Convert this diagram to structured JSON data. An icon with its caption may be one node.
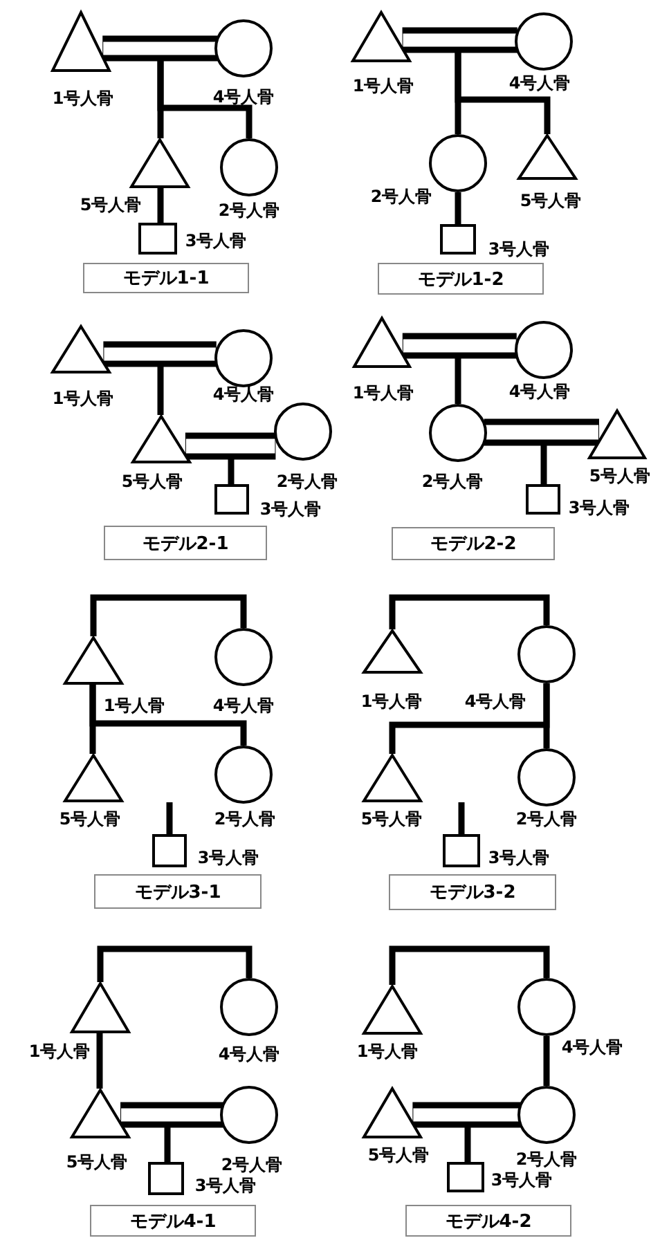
{
  "diagram": {
    "nodes": [
      {
        "text": [],
        "shape": "triangle",
        "beside": [
          "1号人骨"
        ]
      },
      {
        "text": [],
        "shape": "circle",
        "beside": [
          "4号人骨"
        ]
      },
      {
        "text": [],
        "shape": "triangle",
        "beside": [
          "5号人骨"
        ]
      },
      {
        "text": [],
        "shape": "circle",
        "beside": [
          "2号人骨"
        ]
      },
      {
        "text": [],
        "shape": "box",
        "beside": [
          "3号人骨"
        ]
      },
      {
        "text": [
          "モデル1-1"
        ]
      },
      {
        "text": [],
        "shape": "triangle",
        "beside": [
          "1号人骨"
        ]
      },
      {
        "text": [],
        "shape": "circle",
        "beside": [
          "4号人骨"
        ]
      },
      {
        "text": [],
        "shape": "triangle",
        "beside": [
          "5号人骨"
        ]
      },
      {
        "text": [],
        "shape": "circle",
        "beside": [
          "2号人骨"
        ]
      },
      {
        "text": [],
        "shape": "box",
        "beside": [
          "3号人骨"
        ]
      },
      {
        "text": [
          "モデル1-2"
        ]
      },
      {
        "text": [],
        "shape": "triangle",
        "beside": [
          "1号人骨"
        ]
      },
      {
        "text": [],
        "shape": "circle",
        "beside": [
          "4号人骨"
        ]
      },
      {
        "text": [],
        "shape": "triangle",
        "beside": [
          "5号人骨"
        ]
      },
      {
        "text": [],
        "shape": "circle",
        "beside": [
          "2号人骨"
        ]
      },
      {
        "text": [],
        "shape": "box",
        "beside": [
          "3号人骨"
        ]
      },
      {
        "text": [
          "モデル2-1"
        ]
      },
      {
        "text": [],
        "shape": "triangle",
        "beside": [
          "1号人骨"
        ]
      },
      {
        "text": [],
        "shape": "circle",
        "beside": [
          "4号人骨"
        ]
      },
      {
        "text": [],
        "shape": "triangle",
        "beside": [
          "5号人骨"
        ]
      },
      {
        "text": [],
        "shape": "circle",
        "beside": [
          "2号人骨"
        ]
      },
      {
        "text": [],
        "shape": "box",
        "beside": [
          "3号人骨"
        ]
      },
      {
        "text": [
          "モデル2-2"
        ]
      },
      {
        "text": [],
        "shape": "triangle",
        "beside": [
          "1号人骨"
        ]
      },
      {
        "text": [],
        "shape": "circle",
        "beside": [
          "4号人骨"
        ]
      },
      {
        "text": [],
        "shape": "triangle",
        "beside": [
          "5号人骨"
        ]
      },
      {
        "text": [],
        "shape": "circle",
        "beside": [
          "2号人骨"
        ]
      },
      {
        "text": [],
        "shape": "box",
        "beside": [
          "3号人骨"
        ]
      },
      {
        "text": [
          "モデル3-1"
        ]
      },
      {
        "text": [],
        "shape": "triangle",
        "beside": [
          "1号人骨"
        ]
      },
      {
        "text": [],
        "shape": "circle",
        "beside": [
          "4号人骨"
        ]
      },
      {
        "text": [],
        "shape": "triangle",
        "beside": [
          "5号人骨"
        ]
      },
      {
        "text": [],
        "shape": "circle",
        "beside": [
          "2号人骨"
        ]
      },
      {
        "text": [],
        "shape": "box",
        "beside": [
          "3号人骨"
        ]
      },
      {
        "text": [
          "モデル3-2"
        ]
      },
      {
        "text": [],
        "shape": "triangle",
        "beside": [
          "1号人骨"
        ]
      },
      {
        "text": [],
        "shape": "circle",
        "beside": [
          "4号人骨"
        ]
      },
      {
        "text": [],
        "shape": "triangle",
        "beside": [
          "5号人骨"
        ]
      },
      {
        "text": [],
        "shape": "circle",
        "beside": [
          "2号人骨"
        ]
      },
      {
        "text": [],
        "shape": "box",
        "beside": [
          "3号人骨"
        ]
      },
      {
        "text": [
          "モデル4-1"
        ]
      },
      {
        "text": [],
        "shape": "triangle",
        "beside": [
          "1号人骨"
        ]
      },
      {
        "text": [],
        "shape": "circle",
        "beside": [
          "4号人骨"
        ]
      },
      {
        "text": [],
        "shape": "triangle",
        "beside": [
          "5号人骨"
        ]
      },
      {
        "text": [],
        "shape": "circle",
        "beside": [
          "2号人骨"
        ]
      },
      {
        "text": [],
        "shape": "box",
        "beside": [
          "3号人骨"
        ]
      },
      {
        "text": [
          "モデル4-2"
        ]
      }
    ],
    "edges": [
      {
        "from": 0,
        "to": 1,
        "arrow": "none",
        "style": "thick"
      },
      {
        "from": null,
        "to": 2,
        "arrow": "none"
      },
      {
        "from": null,
        "to": 3,
        "arrow": "none"
      },
      {
        "from": 2,
        "to": 4,
        "arrow": "none"
      },
      {
        "from": 6,
        "to": 7,
        "arrow": "none",
        "style": "thick"
      },
      {
        "from": null,
        "to": 9,
        "arrow": "none"
      },
      {
        "from": null,
        "to": 8,
        "arrow": "none"
      },
      {
        "from": 9,
        "to": 10,
        "arrow": "none"
      },
      {
        "from": 12,
        "to": 13,
        "arrow": "none",
        "style": "thick"
      },
      {
        "from": null,
        "to": 14,
        "arrow": "none"
      },
      {
        "from": 14,
        "to": 15,
        "arrow": "none",
        "style": "thick"
      },
      {
        "from": null,
        "to": 16,
        "arrow": "none"
      },
      {
        "from": 18,
        "to": 19,
        "arrow": "none",
        "style": "thick"
      },
      {
        "from": null,
        "to": 21,
        "arrow": "none"
      },
      {
        "from": 21,
        "to": 20,
        "arrow": "none",
        "style": "thick"
      },
      {
        "from": null,
        "to": 22,
        "arrow": "none"
      },
      {
        "from": 24,
        "to": 25,
        "arrow": "none"
      },
      {
        "from": 24,
        "to": 26,
        "arrow": "none"
      },
      {
        "from": 24,
        "to": 27,
        "arrow": "none"
      },
      {
        "from": null,
        "to": 28,
        "arrow": "none"
      },
      {
        "from": 30,
        "to": 31,
        "arrow": "none"
      },
      {
        "from": 31,
        "to": 33,
        "arrow": "none"
      },
      {
        "from": 31,
        "to": 32,
        "arrow": "none"
      },
      {
        "from": null,
        "to": 34,
        "arrow": "none"
      },
      {
        "from": 36,
        "to": 37,
        "arrow": "none"
      },
      {
        "from": 36,
        "to": 38,
        "arrow": "none"
      },
      {
        "from": 38,
        "to": 39,
        "arrow": "none",
        "style": "thick"
      },
      {
        "from": null,
        "to": 40,
        "arrow": "none"
      },
      {
        "from": 42,
        "to": 43,
        "arrow": "none"
      },
      {
        "from": 43,
        "to": 45,
        "arrow": "none"
      },
      {
        "from": 44,
        "to": 45,
        "arrow": "none",
        "style": "thick"
      },
      {
        "from": null,
        "to": 46,
        "arrow": "none"
      }
    ]
  }
}
